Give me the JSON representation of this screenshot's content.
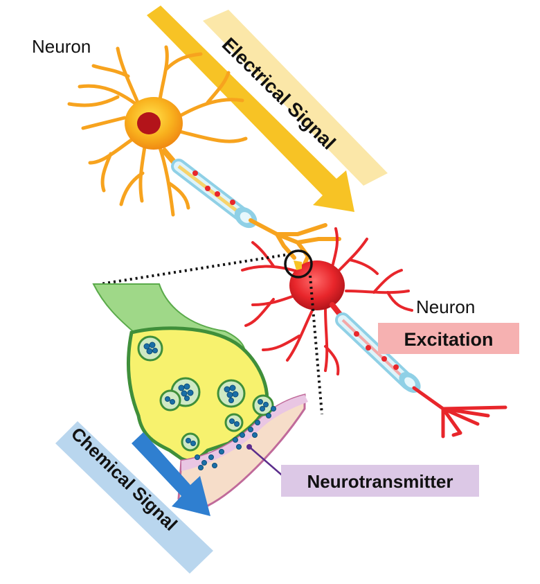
{
  "labels": {
    "neuron_top": "Neuron",
    "neuron_right": "Neuron",
    "electrical_signal": "Electrical Signal",
    "excitation": "Excitation",
    "chemical_signal": "Chemical Signal",
    "neurotransmitter": "Neurotransmitter"
  },
  "colors": {
    "electrical_band": "#fbe7a8",
    "electrical_arrow": "#f7c325",
    "excitation_box": "#f6b1b1",
    "chemical_band": "#b9d6ee",
    "chemical_arrow": "#2f7fd0",
    "neurotransmitter_box": "#dcc8e6",
    "neuron_presynaptic": "#f7a31e",
    "neuron_postsynaptic": "#e8262b",
    "terminal_fill": "#f7f26e",
    "axon_fill": "#b7e0ee",
    "vesicle": "#1a6fa7"
  }
}
